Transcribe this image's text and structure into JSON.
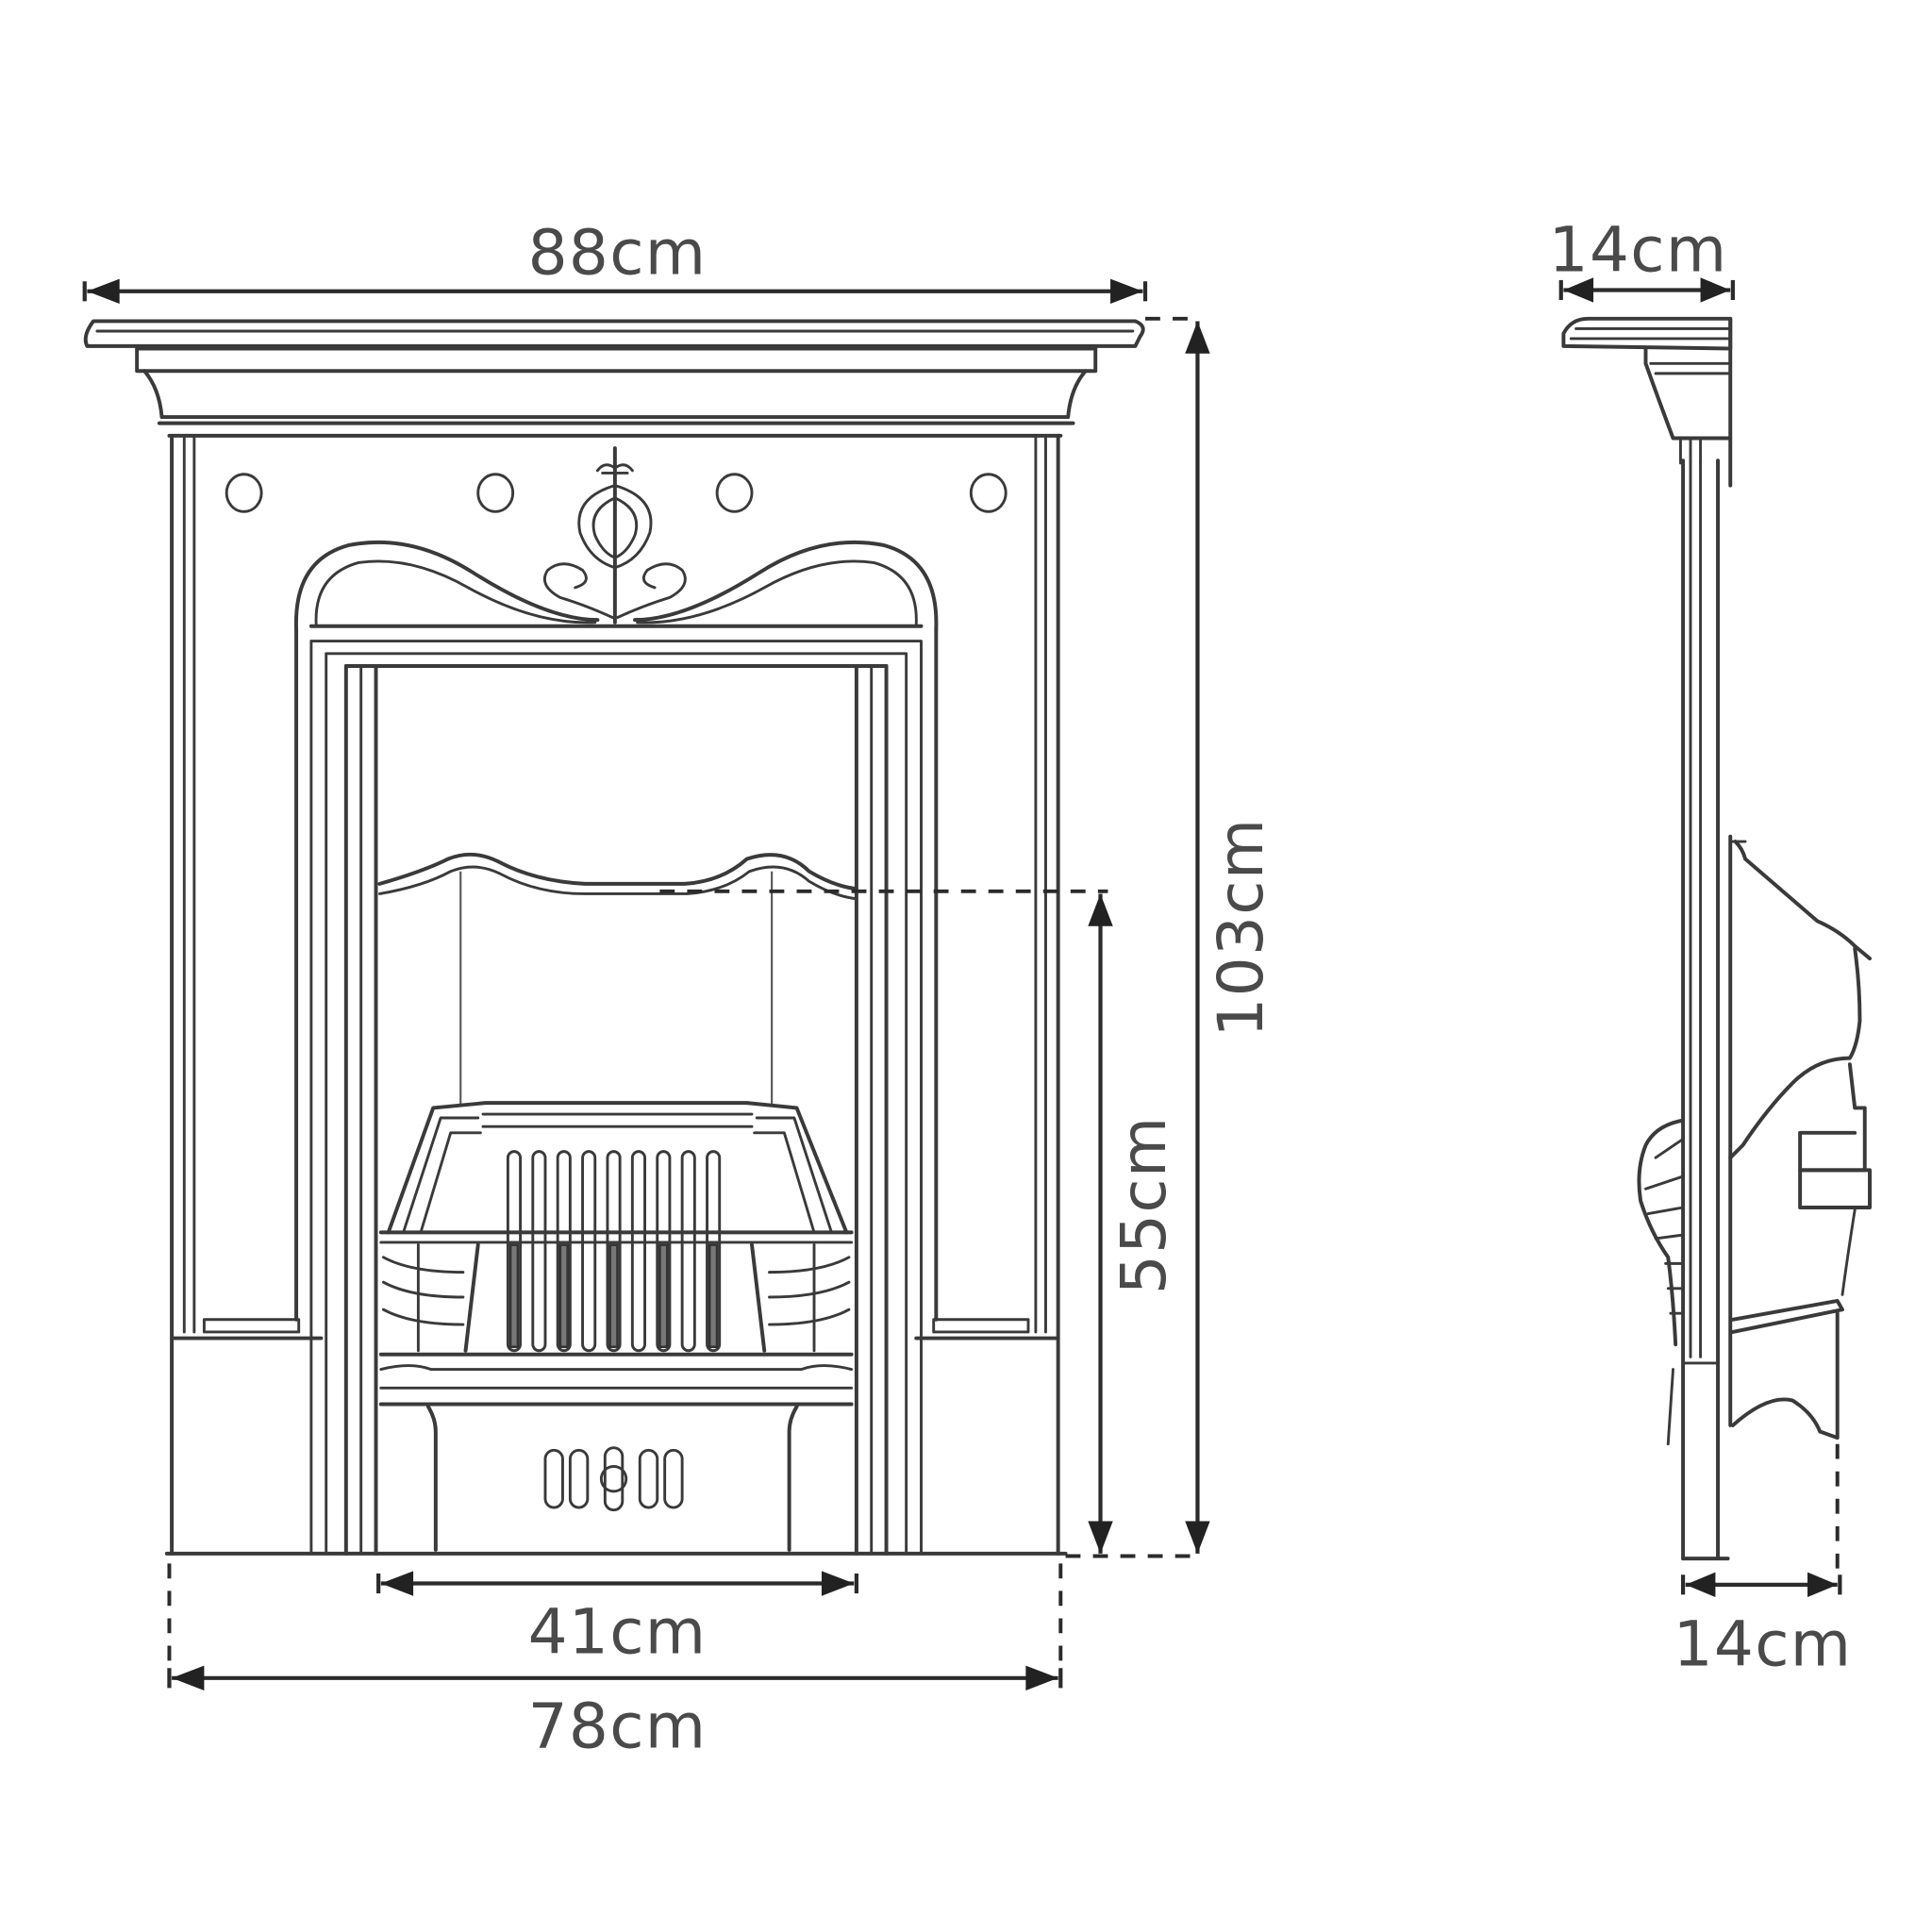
{
  "diagram": {
    "subject": "Cast iron fireplace insert with mantel — front and side elevation",
    "colors": {
      "line": "#3a3a3a",
      "background": "#ffffff",
      "label": "#4a4a4a"
    },
    "front_view": {
      "dimensions": {
        "overall_width": "88cm",
        "overall_height": "103cm",
        "opening_height": "55cm",
        "opening_width": "41cm",
        "base_width": "78cm"
      }
    },
    "side_view": {
      "dimensions": {
        "mantel_depth": "14cm",
        "base_depth": "14cm"
      }
    }
  }
}
